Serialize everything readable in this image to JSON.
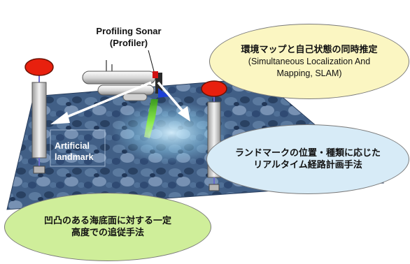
{
  "labels": {
    "sonar_line1": "Profiling Sonar",
    "sonar_line2": "(Profiler)",
    "landmark_line1": "Artificial",
    "landmark_line2": "landmark"
  },
  "callouts": {
    "slam_jp": "環境マップと自己状態の同時推定",
    "slam_en1": "(Simultaneous Localization And",
    "slam_en2": "Mapping, SLAM)",
    "route_line1": "ランドマークの位置・種類に応じた",
    "route_line2": "リアルタイム経路計画手法",
    "follow_line1": "凹凸のある海底面に対する一定",
    "follow_line2": "高度での追従手法"
  },
  "colors": {
    "slam_bubble": "#fbf6c2",
    "route_bubble": "#d7ebf7",
    "follow_bubble": "#cfee9a",
    "buoy": "#e8200e",
    "seafloor": "#41618a",
    "sonar_beam": "#7ee03a"
  },
  "icons": [
    "landmark-buoy-icon",
    "auv-vehicle-icon",
    "sonar-beam-icon"
  ]
}
